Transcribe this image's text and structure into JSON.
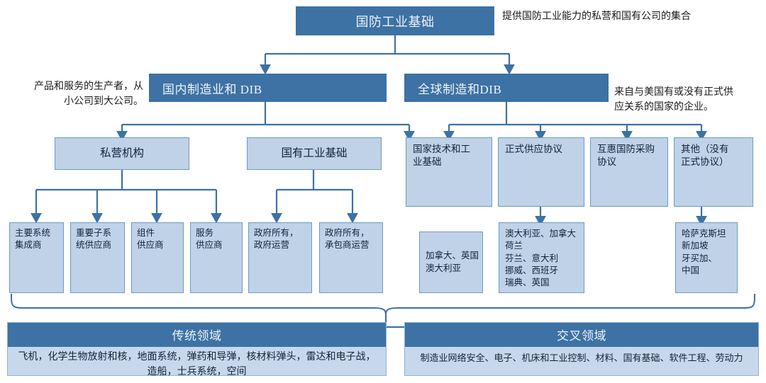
{
  "title": "国防工业基础",
  "annotations": {
    "top_right": "提供国防工业能力的私营和国有公司的集合",
    "left_of_domestic": "产品和服务的生产者，从\n小公司到大公司。",
    "right_of_global": "来自与美国有或没有正式供\n应关系的国家的企业。"
  },
  "level2": {
    "domestic": "国内制造业和 DIB",
    "global": "全球制造和DIB"
  },
  "domestic_children": [
    {
      "label": "私营机构"
    },
    {
      "label": "国有工业基础"
    }
  ],
  "private_leaves": [
    {
      "label": "主要系统\n集成商"
    },
    {
      "label": "重要子系\n统供应商"
    },
    {
      "label": "组件\n供应商"
    },
    {
      "label": "服务\n供应商"
    }
  ],
  "state_leaves": [
    {
      "label": "政府所有，\n政府运营"
    },
    {
      "label": "政府所有，\n承包商运营"
    }
  ],
  "global_children": [
    {
      "label": "国家技术和工\n业基础"
    },
    {
      "label": "正式供应协议"
    },
    {
      "label": "互惠国防采购\n协议"
    },
    {
      "label": "其他（没有\n正式协议）"
    }
  ],
  "global_leaves": [
    {
      "label": "加拿大、英国\n澳大利亚"
    },
    {
      "label": "澳大利亚、加拿大\n荷兰\n芬兰、意大利\n挪威、西班牙\n瑞典、英国"
    },
    {
      "label": "哈萨克斯坦\n新加坡\n牙买加、\n中国"
    }
  ],
  "bottom_panels": [
    {
      "header": "传统领域",
      "body": "飞机，化学生物放射和核，地面系统，弹药和导弹，核材料弹头，雷达和电子战，造船，士兵系统，空间"
    },
    {
      "header": "交叉领域",
      "body": "制造业网络安全、电子、机床和工业控制、材料、国有基础、软件工程、劳动力"
    }
  ],
  "colors": {
    "dark_blue": "#3d72a4",
    "light_blue": "#bfd2e8",
    "panel_blue": "#c7d8ec",
    "line": "#3d72a4",
    "border": "#6f9ac4"
  }
}
